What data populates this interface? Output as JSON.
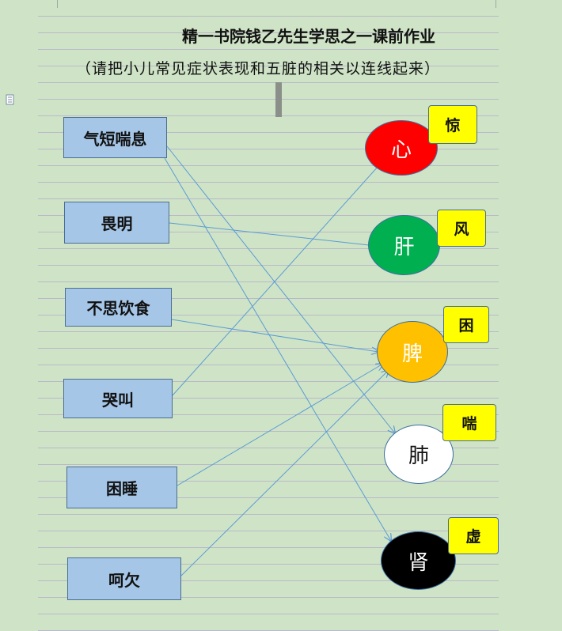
{
  "title": "精一书院钱乙先生学思之一课前作业",
  "subtitle": "（请把小儿常见症状表现和五脏的相关以连线起来）",
  "symptoms": [
    "气短喘息",
    "畏明",
    "不思饮食",
    "哭叫",
    "困睡",
    "呵欠"
  ],
  "organs": [
    {
      "label": "心",
      "color": "#ff0000",
      "text_color": "#ffffff",
      "tag": "惊"
    },
    {
      "label": "肝",
      "color": "#00b050",
      "text_color": "#ffffff",
      "tag": "风"
    },
    {
      "label": "脾",
      "color": "#ffc000",
      "text_color": "#ffffff",
      "tag": "困"
    },
    {
      "label": "肺",
      "color": "#ffffff",
      "text_color": "#111111",
      "tag": "喘"
    },
    {
      "label": "肾",
      "color": "#000000",
      "text_color": "#ffffff",
      "tag": "虚"
    }
  ],
  "connections": [
    {
      "symptom": "气短喘息",
      "organ": "肺"
    },
    {
      "symptom": "气短喘息",
      "organ": "肾"
    },
    {
      "symptom": "畏明",
      "organ": "肝"
    },
    {
      "symptom": "不思饮食",
      "organ": "脾"
    },
    {
      "symptom": "哭叫",
      "organ": "心"
    },
    {
      "symptom": "困睡",
      "organ": "脾"
    },
    {
      "symptom": "呵欠",
      "organ": "脾"
    }
  ],
  "colors": {
    "page": "#cfe4c6",
    "line": "#5b9bd5",
    "symptom_box": "#a6c6e8",
    "tag": "#ffff00"
  }
}
